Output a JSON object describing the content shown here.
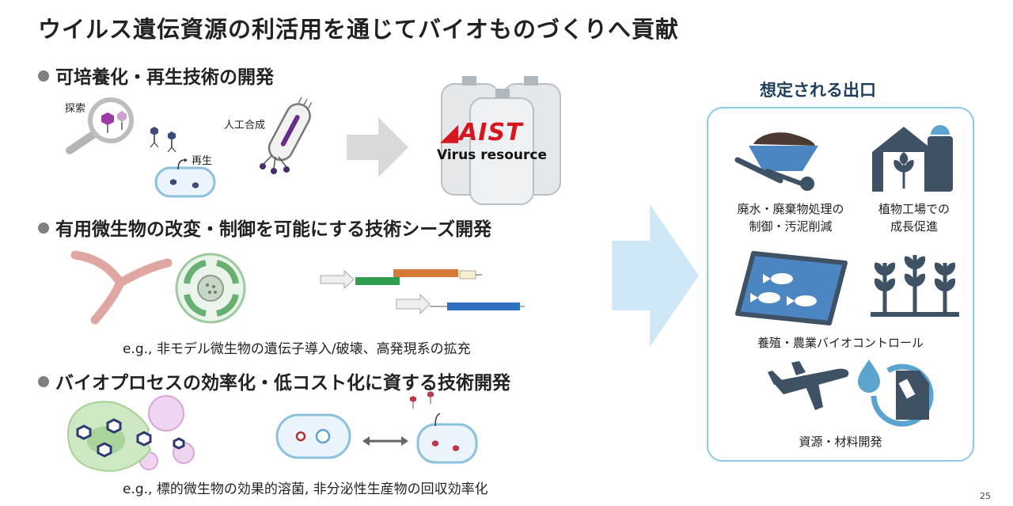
{
  "title": "ウイルス遺伝資源の利活用を通じてバイオものづくりへ貢献",
  "section1": {
    "heading": "可培養化・再生技術の開発",
    "label_search": "探索",
    "label_synthesis": "人工合成",
    "label_regen": "再生",
    "aist_logo": "AIST",
    "aist_caption": "Virus resource"
  },
  "section2": {
    "heading": "有用微生物の改変・制御を可能にする技術シーズ開発",
    "example": "e.g., 非モデル微生物の遺伝子導入/破壊、高発現系の拡充"
  },
  "section3": {
    "heading": "バイオプロセスの効率化・低コスト化に資する技術開発",
    "example": "e.g., 標的微生物の効果的溶菌, 非分泌性生産物の回収効率化"
  },
  "outlets": {
    "title": "想定される出口",
    "item1": "廃水・廃棄物処理の\n制御・汚泥削減",
    "item2": "植物工場での\n成長促進",
    "item3": "養殖・農業バイオコントロール",
    "item4": "資源・材料開発"
  },
  "page_number": "25",
  "colors": {
    "title_navy": "#1f3e5c",
    "box_border": "#8cc8e8",
    "arrow_light_blue": "#cfe8f7",
    "arrow_gray": "#d9d9d9",
    "icon_slate": "#3f5265",
    "aist_red": "#d8161d"
  }
}
